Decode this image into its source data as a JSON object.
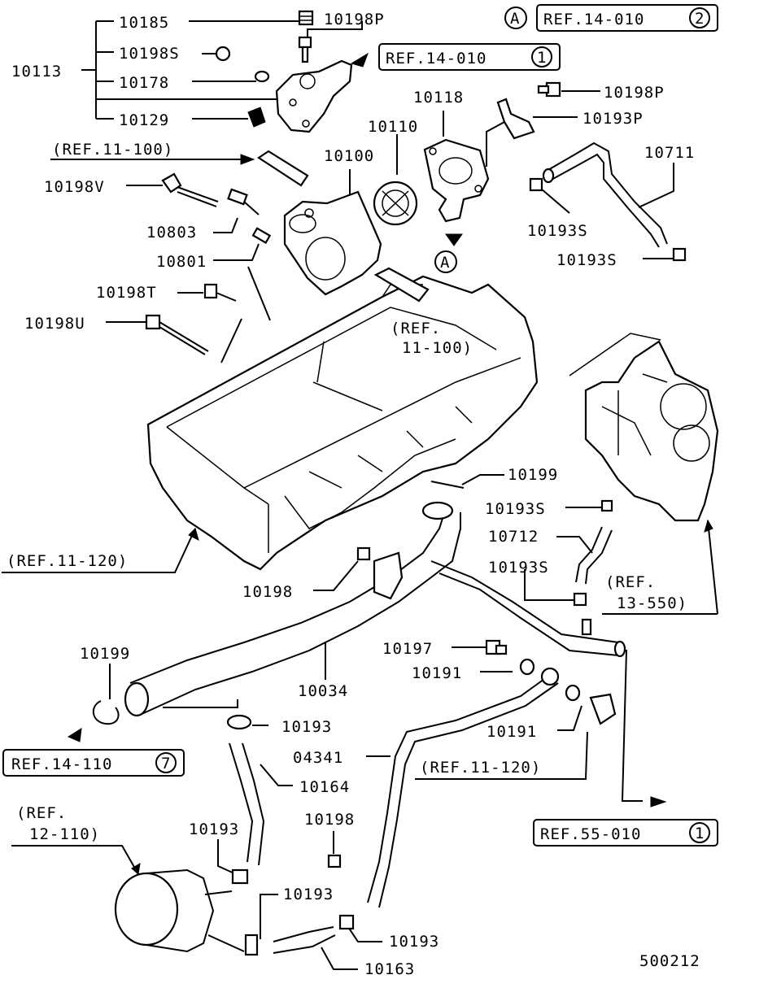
{
  "labels": {
    "p10185": "10185",
    "p10198P_a": "10198P",
    "p10113": "10113",
    "p10198S": "10198S",
    "p10178": "10178",
    "p10129": "10129",
    "p10118": "10118",
    "p10110": "10110",
    "p10198P_b": "10198P",
    "p10193P": "10193P",
    "p10100": "10100",
    "p10711": "10711",
    "p10198V": "10198V",
    "p10803": "10803",
    "p10801": "10801",
    "p10193S_a": "10193S",
    "p10193S_b": "10193S",
    "p10198T": "10198T",
    "p10198U": "10198U",
    "p10199_a": "10199",
    "p10193S_c": "10193S",
    "p10712": "10712",
    "p10198_a": "10198",
    "p10193S_d": "10193S",
    "p10199_b": "10199",
    "p10197": "10197",
    "p10191_a": "10191",
    "p10034": "10034",
    "p10193_a": "10193",
    "p10191_b": "10191",
    "p04341": "04341",
    "p10164": "10164",
    "p10198_b": "10198",
    "p10193_b": "10193",
    "p10193_c": "10193",
    "p10193_d": "10193",
    "p10163": "10163"
  },
  "refs": {
    "ref_a_top": "A",
    "ref_1401002": "REF.14-010",
    "ref_1401002_num": "2",
    "ref_1401001": "REF.14-010",
    "ref_1401001_num": "1",
    "ref_11100_a": "(REF.11-100)",
    "ref_a_mid": "A",
    "ref_11100_b_1": "(REF.",
    "ref_11100_b_2": "11-100)",
    "ref_11120_a": "(REF.11-120)",
    "ref_13550_1": "(REF.",
    "ref_13550_2": "13-550)",
    "ref_1411007": "REF.14-110",
    "ref_1411007_num": "7",
    "ref_11120_b": "(REF.11-120)",
    "ref_12110_1": "(REF.",
    "ref_12110_2": "12-110)",
    "ref_5501001": "REF.55-010",
    "ref_5501001_num": "1"
  },
  "footer": {
    "drawing_no": "500212"
  }
}
